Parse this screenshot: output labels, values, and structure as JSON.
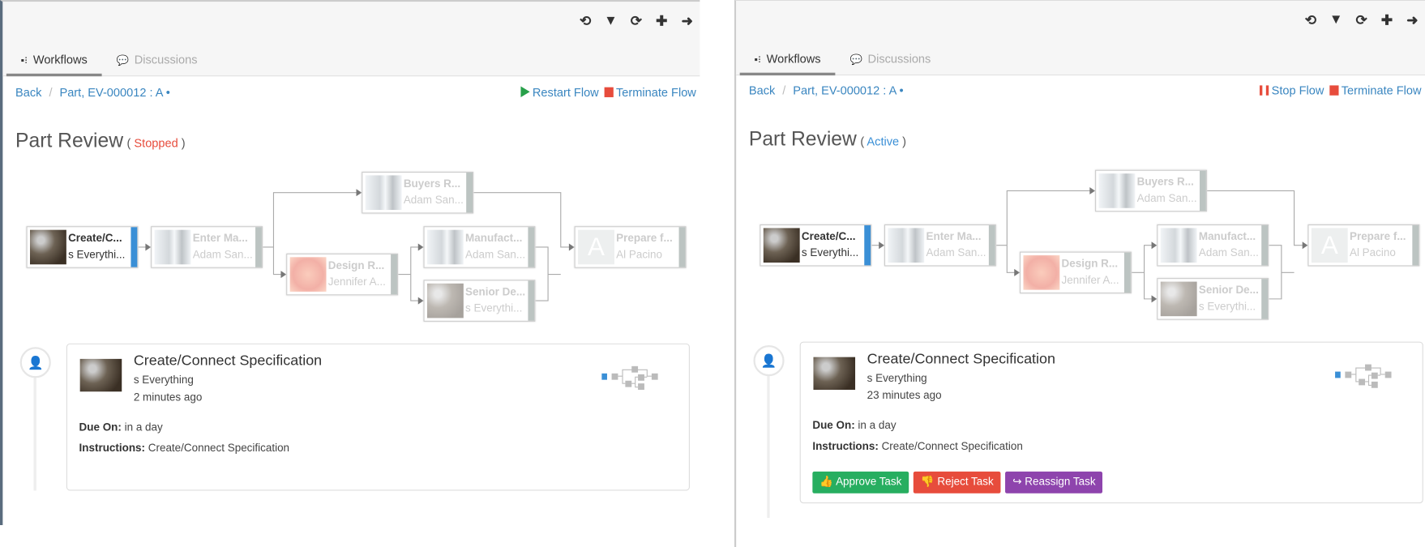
{
  "icons": [
    "history-icon",
    "filter-icon",
    "refresh-icon",
    "plus-icon",
    "arrow-right-icon"
  ],
  "icon_glyphs": [
    "⟲",
    "▼",
    "⟳",
    "✚",
    "➜"
  ],
  "tabs": {
    "workflows": "Workflows",
    "discussions": "Discussions"
  },
  "breadcrumb": {
    "back": "Back",
    "sep": "/",
    "item": "Part, EV-000012 : A •"
  },
  "colors": {
    "link": "#3a86c0",
    "stopped": "#e74c3c",
    "active": "#3a8fd6",
    "approve": "#27ae60",
    "reject": "#e74c3c",
    "reassign": "#8e44ad"
  },
  "panels": [
    {
      "actions": [
        {
          "icon": "play-icon",
          "label": "Restart Flow"
        },
        {
          "icon": "stop-icon",
          "label": "Terminate Flow"
        }
      ],
      "title": "Part Review",
      "status": "Stopped",
      "status_color": "#e74c3c",
      "card": {
        "title": "Create/Connect Specification",
        "user": "s Everything",
        "time": "2 minutes ago",
        "due_label": "Due On:",
        "due": "in a day",
        "ins_label": "Instructions:",
        "ins": "Create/Connect Specification",
        "buttons": []
      }
    },
    {
      "actions": [
        {
          "icon": "pause-icon",
          "label": "Stop Flow"
        },
        {
          "icon": "stop-icon",
          "label": "Terminate Flow"
        }
      ],
      "title": "Part Review",
      "status": "Active",
      "status_color": "#3a8fd6",
      "card": {
        "title": "Create/Connect Specification",
        "user": "s Everything",
        "time": "23 minutes ago",
        "due_label": "Due On:",
        "due": "in a day",
        "ins_label": "Instructions:",
        "ins": "Create/Connect Specification",
        "buttons": [
          {
            "label": "Approve Task",
            "icon": "thumbs-up-icon",
            "glyph": "👍"
          },
          {
            "label": "Reject Task",
            "icon": "thumbs-down-icon",
            "glyph": "👎"
          },
          {
            "label": "Reassign Task",
            "icon": "share-icon",
            "glyph": "↪"
          }
        ]
      }
    }
  ],
  "nodes": [
    {
      "name": "Create/C...",
      "user": "s Everythi...",
      "img": "koala",
      "active": true
    },
    {
      "name": "Enter Ma...",
      "user": "Adam San...",
      "img": "penguin"
    },
    {
      "name": "Buyers R...",
      "user": "Adam San...",
      "img": "penguin"
    },
    {
      "name": "Design R...",
      "user": "Jennifer A...",
      "img": "flower"
    },
    {
      "name": "Manufact...",
      "user": "Adam San...",
      "img": "penguin"
    },
    {
      "name": "Senior De...",
      "user": "s Everythi...",
      "img": "koala"
    },
    {
      "name": "Prepare f...",
      "user": "Al Pacino",
      "img": "letter",
      "letter": "A"
    }
  ]
}
